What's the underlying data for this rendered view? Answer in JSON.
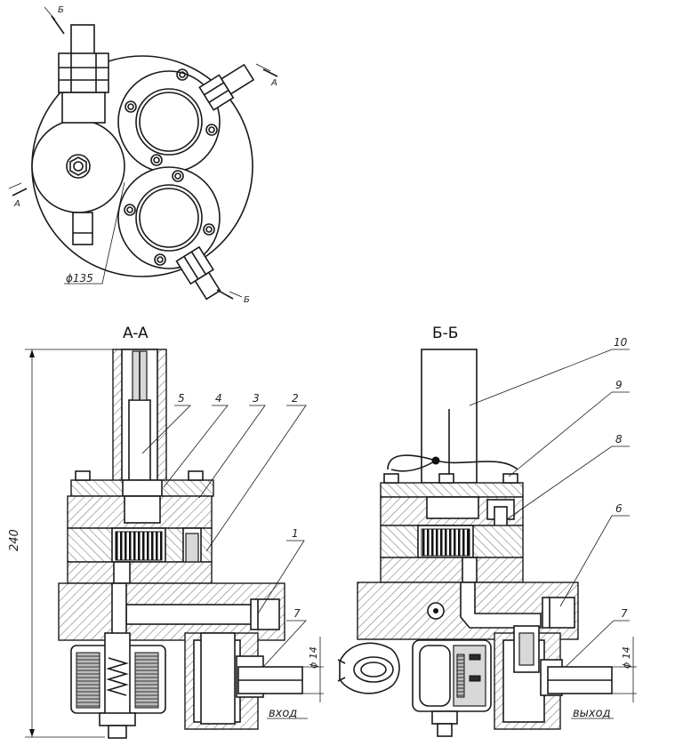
{
  "section_marks": {
    "top_b": "Б",
    "top_a": "A",
    "left_a": "A",
    "bottom_b": "Б"
  },
  "dimensions": {
    "diameter": "ϕ135",
    "height": "240",
    "pipe_left": "ϕ 14",
    "pipe_right": "ϕ 14"
  },
  "section_titles": {
    "aa": "A-A",
    "bb": "Б-Б"
  },
  "leaders_aa": [
    "5",
    "4",
    "3",
    "2",
    "1",
    "7"
  ],
  "leaders_bb": [
    "10",
    "9",
    "8",
    "6",
    "7"
  ],
  "port_labels": {
    "inlet": "вход",
    "outlet": "выход"
  }
}
